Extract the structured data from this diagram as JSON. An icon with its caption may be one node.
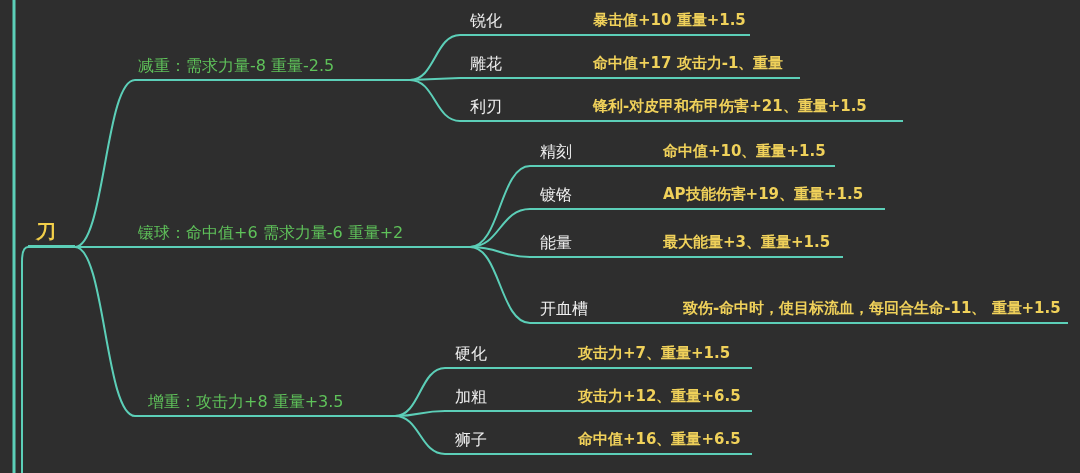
{
  "diagram": {
    "nodes": [
      {
        "text": [
          "刀"
        ]
      },
      {
        "text": [
          "减重：需求力量-8 重量-2.5"
        ]
      },
      {
        "text": [
          "锐化"
        ]
      },
      {
        "text": [
          "暴击值+10 重量+1.5"
        ]
      },
      {
        "text": [
          "雕花"
        ]
      },
      {
        "text": [
          "命中值+17 攻击力-1、重量"
        ]
      },
      {
        "text": [
          "利刃"
        ]
      },
      {
        "text": [
          "锋利-对皮甲和布甲伤害+21、重量+1.5"
        ]
      },
      {
        "text": [
          "镶球：命中值+6 需求力量-6 重量+2"
        ]
      },
      {
        "text": [
          "精刻"
        ]
      },
      {
        "text": [
          "命中值+10、重量+1.5"
        ]
      },
      {
        "text": [
          "镀铬"
        ]
      },
      {
        "text": [
          "AP技能伤害+19、重量+1.5"
        ]
      },
      {
        "text": [
          "能量"
        ]
      },
      {
        "text": [
          "最大能量+3、重量+1.5"
        ]
      },
      {
        "text": [
          "开血槽"
        ]
      },
      {
        "text": [
          "致伤-命中时，使目标流血，每回合生命-11、 重量+1.5"
        ]
      },
      {
        "text": [
          "增重：攻击力+8 重量+3.5"
        ]
      },
      {
        "text": [
          "硬化"
        ]
      },
      {
        "text": [
          "攻击力+7、重量+1.5"
        ]
      },
      {
        "text": [
          "加粗"
        ]
      },
      {
        "text": [
          "攻击力+12、重量+6.5"
        ]
      },
      {
        "text": [
          "狮子"
        ]
      },
      {
        "text": [
          "命中值+16、重量+6.5"
        ]
      }
    ],
    "edges": [
      {
        "from": null,
        "to": 0,
        "arrow": "none"
      },
      {
        "from": 0,
        "to": 1,
        "arrow": "none"
      },
      {
        "from": 1,
        "to": 2,
        "arrow": "none"
      },
      {
        "from": 2,
        "to": 3,
        "arrow": "none"
      },
      {
        "from": 1,
        "to": 4,
        "arrow": "none"
      },
      {
        "from": 4,
        "to": 5,
        "arrow": "none"
      },
      {
        "from": 1,
        "to": 6,
        "arrow": "none"
      },
      {
        "from": 6,
        "to": 7,
        "arrow": "none"
      },
      {
        "from": 0,
        "to": 8,
        "arrow": "none"
      },
      {
        "from": 8,
        "to": 9,
        "arrow": "none"
      },
      {
        "from": 9,
        "to": 10,
        "arrow": "none"
      },
      {
        "from": 8,
        "to": 11,
        "arrow": "none"
      },
      {
        "from": 11,
        "to": 12,
        "arrow": "none"
      },
      {
        "from": 8,
        "to": 13,
        "arrow": "none"
      },
      {
        "from": 13,
        "to": 14,
        "arrow": "none"
      },
      {
        "from": 8,
        "to": 15,
        "arrow": "none"
      },
      {
        "from": 15,
        "to": 16,
        "arrow": "none"
      },
      {
        "from": 0,
        "to": 17,
        "arrow": "none"
      },
      {
        "from": 17,
        "to": 18,
        "arrow": "none"
      },
      {
        "from": 18,
        "to": 19,
        "arrow": "none"
      },
      {
        "from": 17,
        "to": 20,
        "arrow": "none"
      },
      {
        "from": 20,
        "to": 21,
        "arrow": "none"
      },
      {
        "from": 17,
        "to": 22,
        "arrow": "none"
      },
      {
        "from": 22,
        "to": 23,
        "arrow": "none"
      }
    ]
  }
}
